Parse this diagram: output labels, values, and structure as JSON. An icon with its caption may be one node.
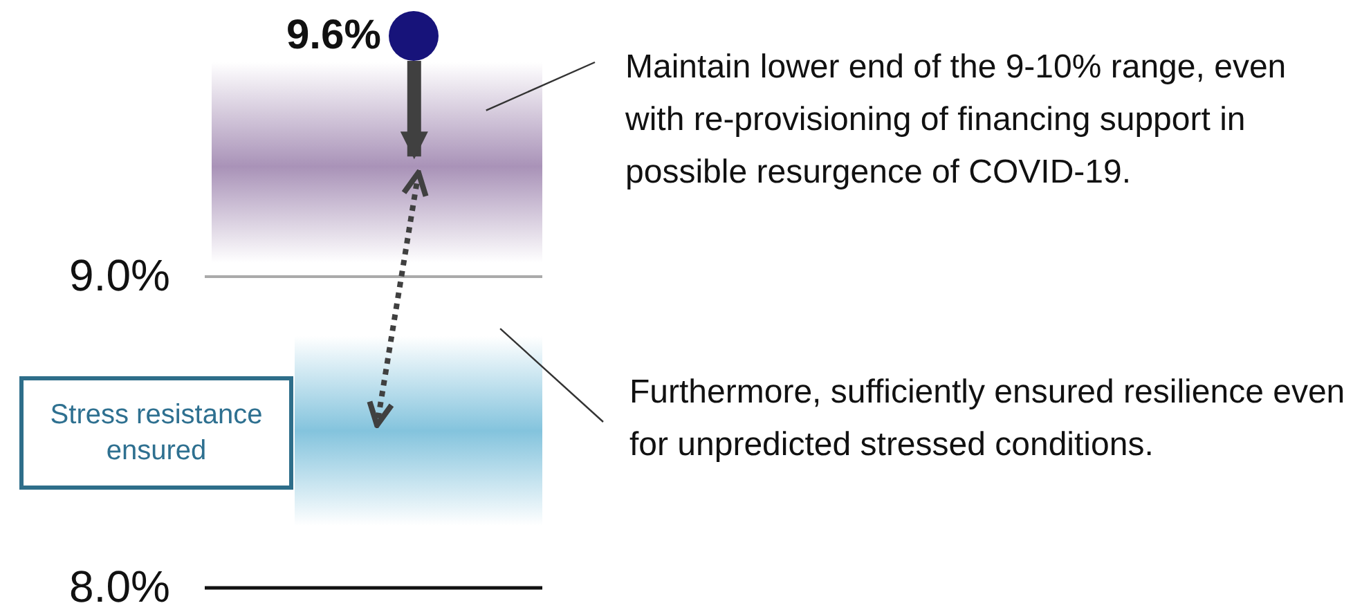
{
  "diagram": {
    "nodes": [
      {
        "text": [],
        "shape": "circle",
        "beside": [
          "9.6%"
        ]
      },
      {
        "text": [],
        "shape": "band"
      },
      {
        "text": [],
        "shape": "band"
      },
      {
        "text": [
          "Maintain lower end of the 9-10% range, even with re-provisioning of financing support in possible resurgence of COVID-19."
        ]
      },
      {
        "text": [
          "Furthermore, sufficiently ensured resilience even for unpredicted stressed conditions."
        ]
      },
      {
        "text": [
          "Stress resistance ensured"
        ]
      }
    ],
    "edges": [
      {
        "from": 0,
        "to": 1,
        "arrow": "to",
        "style": "thick"
      },
      {
        "from": 1,
        "to": 2,
        "arrow": "both",
        "style": "dashed"
      },
      {
        "from": 3,
        "to": 1,
        "arrow": "none"
      },
      {
        "from": 4,
        "to": 2,
        "arrow": "none"
      }
    ],
    "labels": [
      "9.0%",
      "8.0%"
    ]
  }
}
